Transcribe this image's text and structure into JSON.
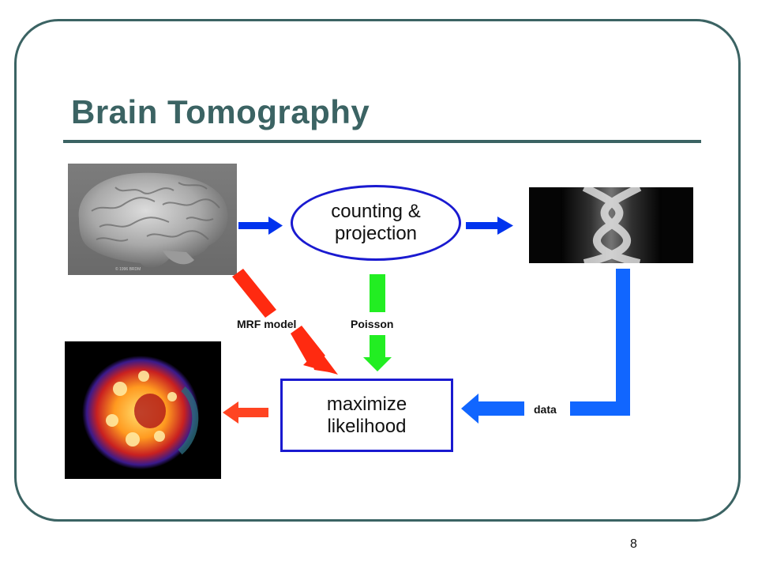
{
  "slide": {
    "title": "Brain Tomography",
    "page_number": "8"
  },
  "nodes": {
    "process": {
      "label": "counting &\nprojection"
    },
    "result": {
      "label": "maximize\nlikelihood"
    }
  },
  "edges": {
    "mrf_label": "MRF model",
    "poisson_label": "Poisson",
    "data_label": "data"
  },
  "colors": {
    "accent": "#3b6363",
    "node_border": "#1a1ad0",
    "arrow_blue": "#0044ee",
    "arrow_red": "#ff2a10",
    "arrow_green": "#22ee22",
    "arrow_data_blue": "#1166ff",
    "arrow_orange_red": "#ff4422"
  },
  "images": {
    "brain_photo": "brain-surface-render",
    "sinogram": "projection-sinogram",
    "pet_scan": "reconstructed-pet-slice"
  }
}
